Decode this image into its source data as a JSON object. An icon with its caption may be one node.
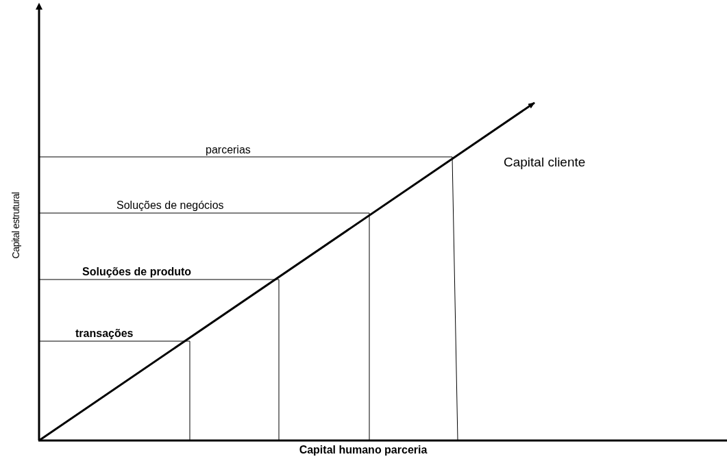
{
  "diagram": {
    "labels": [
      "parcerias",
      "Capital cliente",
      "Soluções de negócios",
      "Capital estrutural",
      "Soluções de produto",
      "transações",
      "Capital humano parceria"
    ]
  }
}
